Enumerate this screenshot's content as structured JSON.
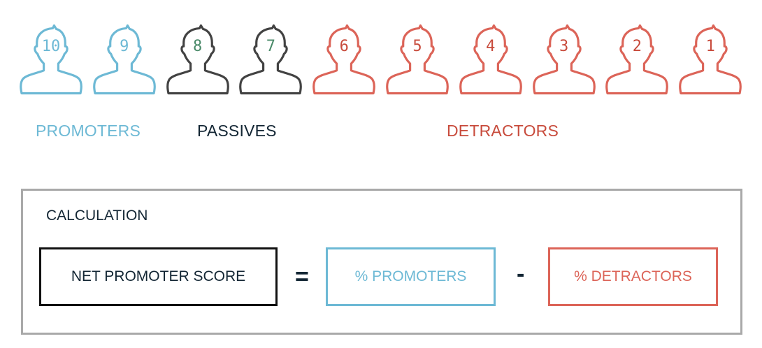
{
  "colors": {
    "promoter": "#6db9d5",
    "passive": "#424242",
    "passive_number": "#4a8a69",
    "detractor": "#dc6458",
    "detractor_number": "#c84b3c",
    "dark_text": "#132634",
    "box_border": "#a9a9a9"
  },
  "scale": [
    {
      "score": "10",
      "group": "promoter",
      "icon": "person-outline-icon"
    },
    {
      "score": "9",
      "group": "promoter",
      "icon": "person-outline-icon"
    },
    {
      "score": "8",
      "group": "passive",
      "icon": "person-outline-icon"
    },
    {
      "score": "7",
      "group": "passive",
      "icon": "person-outline-icon"
    },
    {
      "score": "6",
      "group": "detractor",
      "icon": "person-outline-icon"
    },
    {
      "score": "5",
      "group": "detractor",
      "icon": "person-outline-icon"
    },
    {
      "score": "4",
      "group": "detractor",
      "icon": "person-outline-icon"
    },
    {
      "score": "3",
      "group": "detractor",
      "icon": "person-outline-icon"
    },
    {
      "score": "2",
      "group": "detractor",
      "icon": "person-outline-icon"
    },
    {
      "score": "1",
      "group": "detractor",
      "icon": "person-outline-icon"
    }
  ],
  "groups": {
    "promoters": "PROMOTERS",
    "passives": "PASSIVES",
    "detractors": "DETRACTORS"
  },
  "calculation": {
    "title": "CALCULATION",
    "result": "NET PROMOTER SCORE",
    "equals": "=",
    "term1": "% PROMOTERS",
    "minus": "-",
    "term2": "% DETRACTORS"
  }
}
